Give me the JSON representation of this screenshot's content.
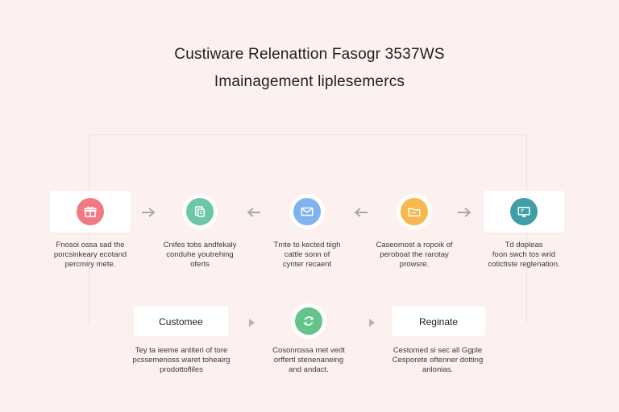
{
  "title_line1": "Custiware Relenattion Fasogr 3537WS",
  "title_line2": "Imainagement liplesemercs",
  "colors": {
    "background": "#fcf1ef",
    "red": "#f07a82",
    "green": "#6cc7a6",
    "blue": "#7fb2ef",
    "orange": "#f7b84f",
    "teal": "#3f9ea8",
    "cycle_green": "#64c48a",
    "arrow": "#a9a9a9"
  },
  "top_row": [
    {
      "icon": "gift-icon",
      "caption": [
        "Fnosoi ossa sad the",
        "porcsinkeary ecotand",
        "percmiry mete."
      ]
    },
    {
      "icon": "document-icon",
      "caption": [
        "Cnifes tobs andfekaly",
        "conduhe youtrehing",
        "oferts"
      ]
    },
    {
      "icon": "mail-icon",
      "caption": [
        "Tmte to kected tiigh",
        "cattle sonn of",
        "cynter recaent"
      ]
    },
    {
      "icon": "folder-icon",
      "caption": [
        "Caseomost a ropoik of",
        "peroboat the rarotay",
        "prowsre."
      ]
    },
    {
      "icon": "monitor-icon",
      "caption": [
        "Td dopleas",
        "foon swch tos wrid",
        "cotictiste reglenation."
      ]
    }
  ],
  "bottom_row": [
    {
      "label": "Customee",
      "caption": [
        "Tey ta ieeme antiteri of tore",
        "pcssemenoss waret toheairg",
        "prodottofliles"
      ]
    },
    {
      "icon": "cycle-icon",
      "caption": [
        "Cosonrossa met vedt",
        "orffertl stenenaneing",
        "and andact."
      ]
    },
    {
      "label": "Reginate",
      "caption": [
        "Cestomed si sec all Ggple",
        "Cesporete oftenner dotting",
        "anlonias."
      ]
    }
  ]
}
